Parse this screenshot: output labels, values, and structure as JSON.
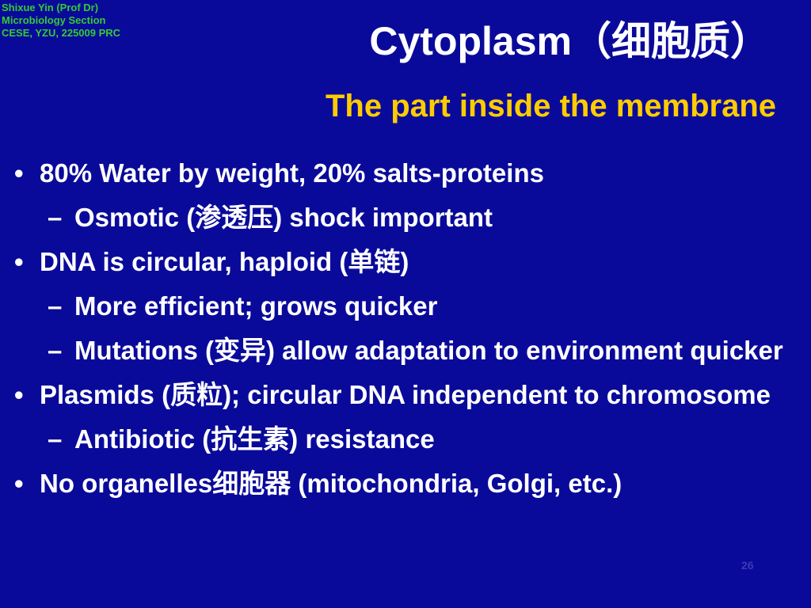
{
  "author": {
    "line1": "Shixue Yin (Prof Dr)",
    "line2": "Microbiology  Section",
    "line3": "CESE, YZU, 225009 PRC"
  },
  "title": "Cytoplasm（细胞质）",
  "subtitle": "The part inside the membrane",
  "bullets": [
    {
      "text": "80% Water by weight, 20% salts-proteins"
    },
    {
      "text": "Osmotic (渗透压) shock important"
    },
    {
      "text": "DNA is circular, haploid (单链)"
    },
    {
      "text": "More efficient; grows quicker"
    },
    {
      "text": "Mutations (变异) allow adaptation to environment quicker"
    },
    {
      "text": "Plasmids (质粒); circular DNA independent to chromosome"
    },
    {
      "text": "Antibiotic (抗生素) resistance"
    },
    {
      "text": "No organelles细胞器 (mitochondria, Golgi, etc.)"
    }
  ],
  "markers": {
    "bullet": "•",
    "dash": "–"
  },
  "page_number": "26",
  "colors": {
    "background": "#0a0a9a",
    "title": "#ffffff",
    "subtitle": "#ffcc00",
    "author": "#33cc33"
  }
}
